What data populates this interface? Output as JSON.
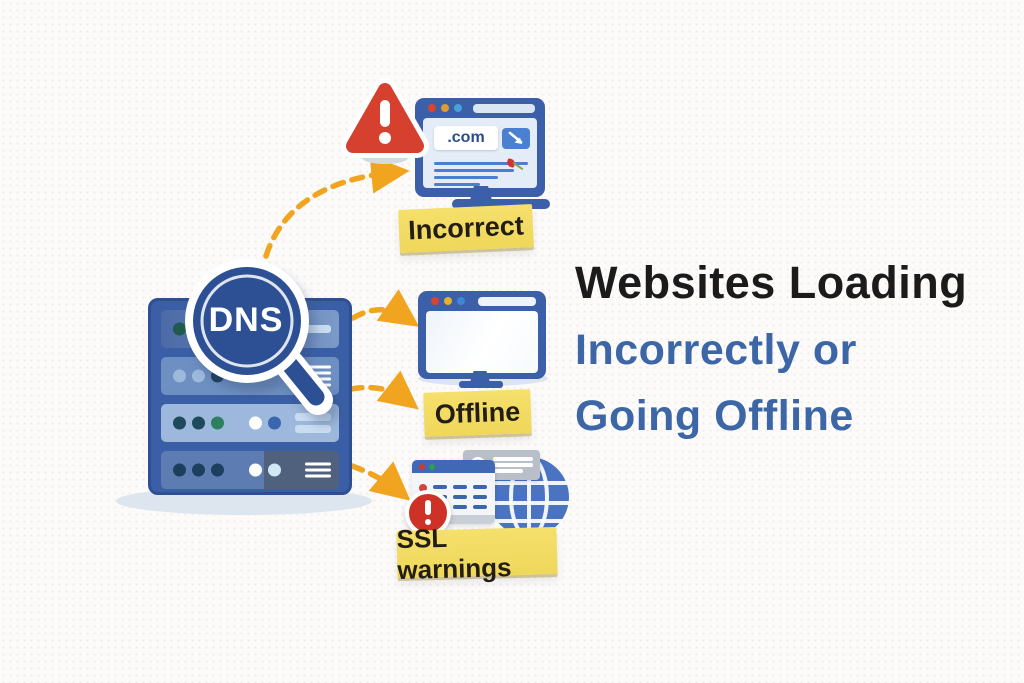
{
  "title": {
    "line1": "Websites Loading",
    "line2": "Incorrectly or",
    "line3": "Going Offline"
  },
  "dns_magnifier": {
    "label": "DNS"
  },
  "outcome_labels": {
    "incorrect": "Incorrect",
    "offline": "Offline",
    "ssl_warnings": "SSL warnings"
  },
  "browser": {
    "address_text": ".com"
  },
  "icons": [
    "dns-magnifier-icon",
    "server-rack",
    "warning-triangle-icon",
    "browser-monitor-incorrect",
    "monitor-offline",
    "certificate-icon",
    "globe-icon",
    "alert-badge-icon",
    "cursor-icon",
    "dashed-arrow"
  ],
  "colors": {
    "background": "#fcfbfa",
    "title_primary": "#1b1b1b",
    "title_accent": "#3c66a6",
    "arrow_orange": "#f0a41f",
    "label_yellow": "#f2dc62",
    "server_blue": "#3b5fa6",
    "magnifier_blue": "#2d5095",
    "alert_red": "#d43a28",
    "globe_blue": "#4a74c2",
    "screen_tint": "#e4ecf7"
  }
}
